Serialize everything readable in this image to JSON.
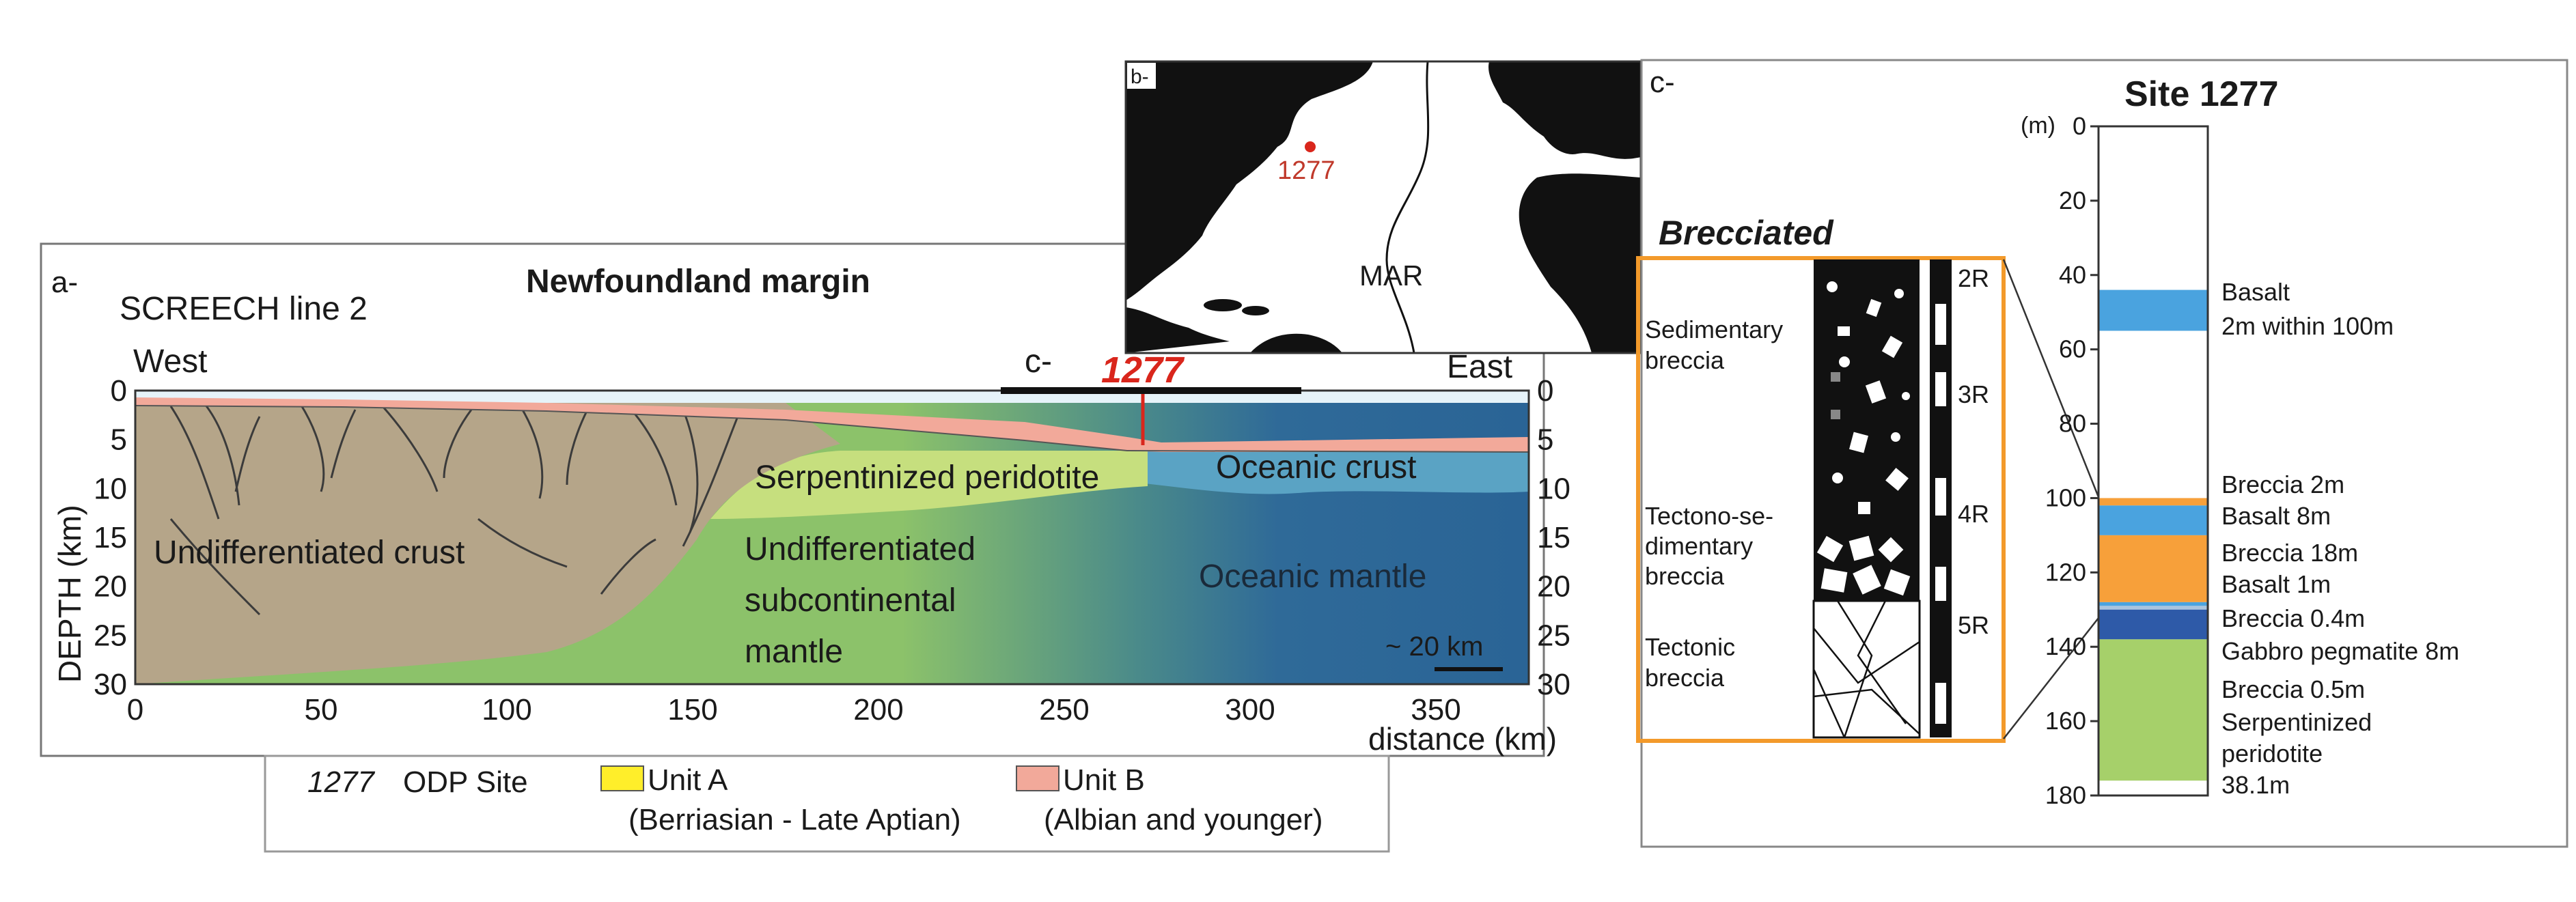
{
  "panel_a": {
    "label": "a-",
    "line_name": "SCREECH line 2",
    "title": "Newfoundland margin",
    "west": "West",
    "east": "East",
    "c_marker": "c-",
    "site_marker": "1277",
    "y_axis_label": "DEPTH (km)",
    "x_axis_label": "distance (km)",
    "y_ticks": [
      "0",
      "5",
      "10",
      "15",
      "20",
      "25",
      "30"
    ],
    "x_ticks": [
      "0",
      "50",
      "100",
      "150",
      "200",
      "250",
      "300",
      "350"
    ],
    "scale_bar": "~ 20 km",
    "regions": {
      "undiff_crust": "Undifferentiated crust",
      "serp_perid": "Serpentinized peridotite",
      "oceanic_crust": "Oceanic crust",
      "undiff_mantle": [
        "Undifferentiated",
        "subcontinental",
        "mantle"
      ],
      "oceanic_mantle": "Oceanic mantle"
    },
    "legend": {
      "site_code": "1277",
      "site_label": "ODP Site",
      "unit_a": "Unit A",
      "unit_a_age": "(Berriasian - Late Aptian)",
      "unit_b": "Unit B",
      "unit_b_age": "(Albian and younger)"
    }
  },
  "panel_b": {
    "label": "b-",
    "site": "1277",
    "ridge": "MAR"
  },
  "panel_c": {
    "label": "c-",
    "title": "Site 1277",
    "brecciated": "Brecciated",
    "breccia_types": [
      [
        "Sedimentary",
        "breccia"
      ],
      [
        "Tectono-se-",
        "dimentary",
        "breccia"
      ],
      [
        "Tectonic",
        "breccia"
      ]
    ],
    "cores": [
      "2R",
      "3R",
      "4R",
      "5R"
    ],
    "unit": "(m)",
    "depth_ticks": [
      "0",
      "20",
      "40",
      "60",
      "80",
      "100",
      "120",
      "140",
      "160",
      "180"
    ],
    "lithology": [
      {
        "label": "Basalt",
        "top": 44,
        "bottom": 55,
        "color": "#4aa3df"
      },
      {
        "label": "Breccia 2m",
        "top": 100,
        "bottom": 102,
        "color": "#f7a03a"
      },
      {
        "label": "Basalt 8m",
        "top": 102,
        "bottom": 110,
        "color": "#4aa3df"
      },
      {
        "label": "Breccia 18m",
        "top": 110,
        "bottom": 128,
        "color": "#f7a03a"
      },
      {
        "label": "Basalt 1m",
        "top": 128,
        "bottom": 129,
        "color": "#4aa3df"
      },
      {
        "label": "Breccia 0.4m",
        "top": 129,
        "bottom": 130,
        "color": "#a9c4de"
      },
      {
        "label": "Gabbro pegmatite 8m",
        "top": 130,
        "bottom": 138,
        "color": "#2e5aa8"
      },
      {
        "label": "Serpentinized peridotite 38.1m",
        "top": 138,
        "bottom": 176,
        "color": "#a6d06a"
      }
    ],
    "annotations": [
      [
        "Basalt",
        "2m within 100m"
      ],
      [
        "Breccia 2m"
      ],
      [
        "Basalt 8m"
      ],
      [
        "Breccia 18m"
      ],
      [
        "Basalt 1m"
      ],
      [
        "Breccia 0.4m"
      ],
      [
        "Gabbro pegmatite 8m"
      ],
      [
        "Breccia 0.5m"
      ],
      [
        "Serpentinized",
        "peridotite",
        "38.1m"
      ]
    ]
  },
  "colors": {
    "crust": "#b5a589",
    "green_mantle": "#8cc26a",
    "serp": "#c6df7e",
    "ocean_mantle": "#2a6496",
    "ocean_crust": "#5aa3c4",
    "unit_b": "#f2a99a",
    "sea": "#e6f3f9",
    "site_red": "#d9261c",
    "orange_frame": "#f39a2b"
  }
}
